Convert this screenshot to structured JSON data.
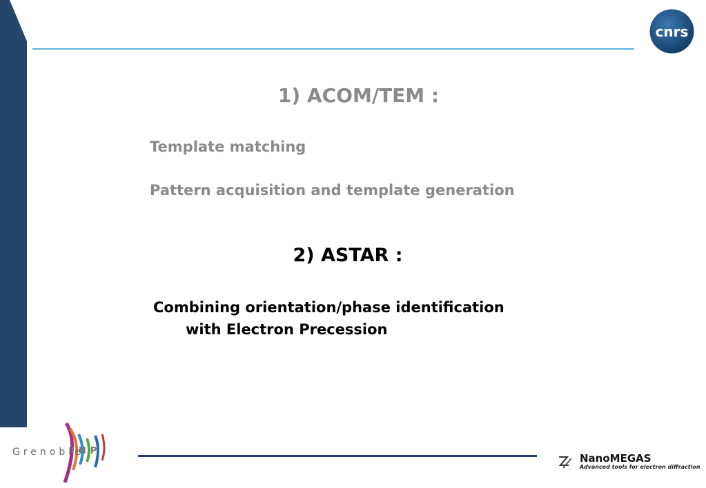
{
  "slide": {
    "section1_title": "1) ACOM/TEM :",
    "section1_items": [
      "Template matching",
      "Pattern acquisition and template generation"
    ],
    "section2_title": "2) ASTAR :",
    "section2_line1": "Combining orientation/phase identification",
    "section2_line2": "with Electron Precession"
  },
  "logos": {
    "cnrs": "cnrs",
    "grenoble": "Grenoble",
    "inp": "INP",
    "nanomegas_name": "NanoMEGAS",
    "nanomegas_tagline": "Advanced tools for electron diffraction"
  },
  "colors": {
    "side_band": "#24466b",
    "rule": "#5ab1de",
    "bottom_rule": "#1d3d62",
    "grey_text": "#8a8a8a",
    "black_text": "#000000"
  }
}
